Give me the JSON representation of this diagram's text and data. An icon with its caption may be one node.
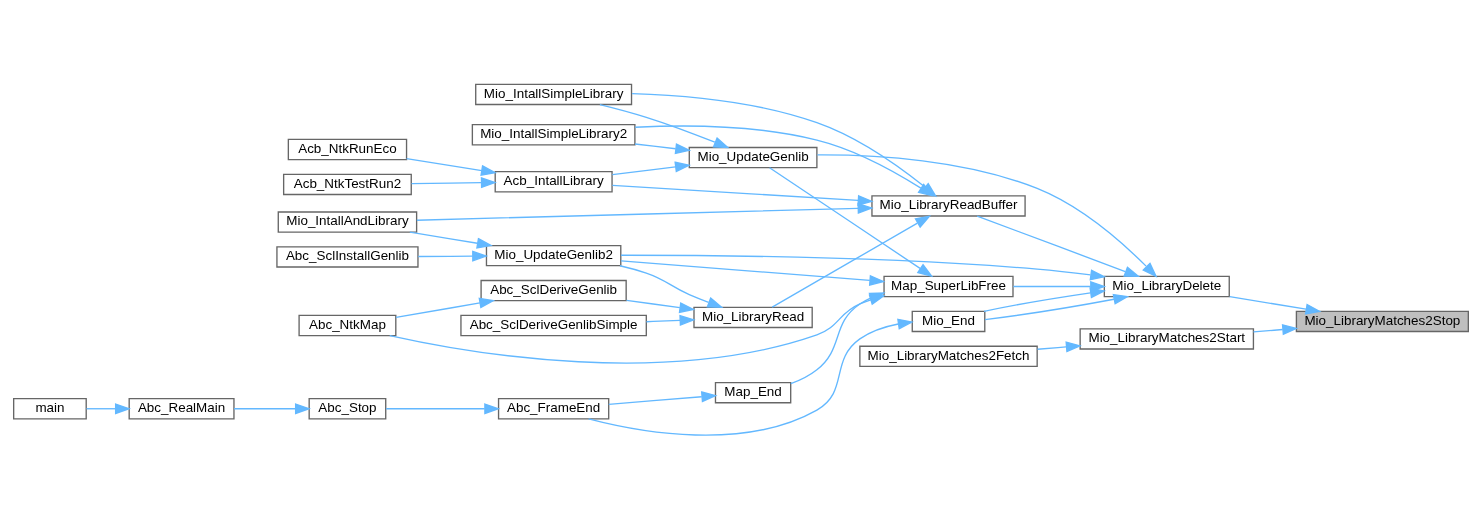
{
  "diagram": {
    "nodes": [
      {
        "text": [
          "Abc_NtkMap"
        ]
      },
      {
        "text": [
          "Abc_SclDeriveGenlib"
        ]
      },
      {
        "text": [
          "Abc_SclInstallGenlib"
        ]
      },
      {
        "text": [
          "Mio_UpdateGenlib2"
        ]
      },
      {
        "text": [
          "Abc_SclDeriveGenlibSimple"
        ]
      },
      {
        "text": [
          "Mio_LibraryRead"
        ]
      },
      {
        "text": [
          "Mio_IntallAndLibrary"
        ]
      },
      {
        "text": [
          "Map_SuperLibFree"
        ]
      },
      {
        "text": [
          "Mio_LibraryReadBuffer"
        ]
      },
      {
        "text": [
          "Acb_NtkRunEco"
        ]
      },
      {
        "text": [
          "Mio_LibraryDelete"
        ]
      },
      {
        "text": [
          "Acb_IntallLibrary"
        ]
      },
      {
        "text": [
          "Acb_NtkTestRun2"
        ]
      },
      {
        "text": [
          "Mio_UpdateGenlib"
        ]
      },
      {
        "text": [
          "Mio_LibraryMatches2Stop"
        ]
      },
      {
        "text": [
          "Mio_IntallSimpleLibrary"
        ]
      },
      {
        "text": [
          "Mio_LibraryMatches2Start"
        ]
      },
      {
        "text": [
          "Mio_IntallSimpleLibrary2"
        ]
      },
      {
        "text": [
          "Mio_LibraryMatches2Fetch"
        ]
      },
      {
        "text": [
          "Map_End"
        ]
      },
      {
        "text": [
          "main"
        ]
      },
      {
        "text": [
          "Abc_RealMain"
        ]
      },
      {
        "text": [
          "Abc_Stop"
        ]
      },
      {
        "text": [
          "Abc_FrameEnd"
        ]
      },
      {
        "text": [
          "Mio_End"
        ]
      }
    ],
    "edges": [
      {
        "from": 10,
        "to": 14,
        "arrow": "to"
      },
      {
        "from": 16,
        "to": 14,
        "arrow": "to"
      },
      {
        "from": 18,
        "to": 16,
        "arrow": "to"
      },
      {
        "from": 7,
        "to": 10,
        "arrow": "to"
      },
      {
        "from": 8,
        "to": 10,
        "arrow": "to"
      },
      {
        "from": 13,
        "to": 10,
        "arrow": "to"
      },
      {
        "from": 24,
        "to": 10,
        "arrow": "to"
      },
      {
        "from": 3,
        "to": 10,
        "arrow": "to"
      },
      {
        "from": 0,
        "to": 7,
        "arrow": "to"
      },
      {
        "from": 0,
        "to": 1,
        "arrow": "to"
      },
      {
        "from": 1,
        "to": 5,
        "arrow": "to"
      },
      {
        "from": 2,
        "to": 3,
        "arrow": "to"
      },
      {
        "from": 6,
        "to": 3,
        "arrow": "to"
      },
      {
        "from": 3,
        "to": 5,
        "arrow": "to"
      },
      {
        "from": 3,
        "to": 7,
        "arrow": "to"
      },
      {
        "from": 4,
        "to": 5,
        "arrow": "to"
      },
      {
        "from": 5,
        "to": 8,
        "arrow": "to"
      },
      {
        "from": 6,
        "to": 8,
        "arrow": "to"
      },
      {
        "from": 9,
        "to": 11,
        "arrow": "to"
      },
      {
        "from": 12,
        "to": 11,
        "arrow": "to"
      },
      {
        "from": 11,
        "to": 8,
        "arrow": "to"
      },
      {
        "from": 11,
        "to": 13,
        "arrow": "to"
      },
      {
        "from": 13,
        "to": 7,
        "arrow": "to"
      },
      {
        "from": 15,
        "to": 13,
        "arrow": "to"
      },
      {
        "from": 15,
        "to": 8,
        "arrow": "to"
      },
      {
        "from": 17,
        "to": 13,
        "arrow": "to"
      },
      {
        "from": 17,
        "to": 8,
        "arrow": "to"
      },
      {
        "from": 19,
        "to": 7,
        "arrow": "to"
      },
      {
        "from": 20,
        "to": 21,
        "arrow": "to"
      },
      {
        "from": 21,
        "to": 22,
        "arrow": "to"
      },
      {
        "from": 22,
        "to": 23,
        "arrow": "to"
      },
      {
        "from": 23,
        "to": 19,
        "arrow": "to"
      },
      {
        "from": 23,
        "to": 24,
        "arrow": "to"
      },
      {
        "from": 24,
        "to": 10,
        "arrow": "to"
      }
    ]
  }
}
